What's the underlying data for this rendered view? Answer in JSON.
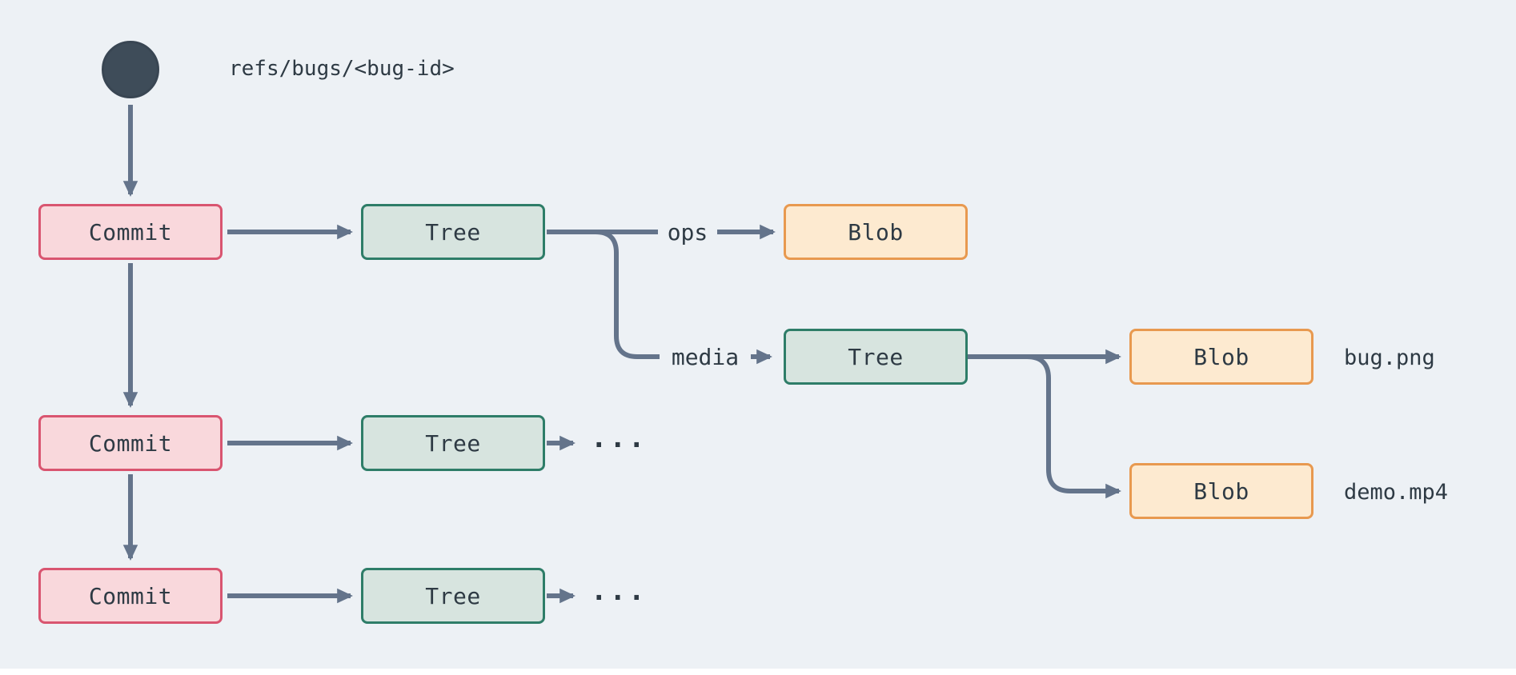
{
  "ref": {
    "label": "refs/bugs/<bug-id>"
  },
  "nodes": {
    "commit1": {
      "label": "Commit"
    },
    "commit2": {
      "label": "Commit"
    },
    "commit3": {
      "label": "Commit"
    },
    "tree1": {
      "label": "Tree"
    },
    "tree_media": {
      "label": "Tree"
    },
    "tree_row2": {
      "label": "Tree"
    },
    "tree_row3": {
      "label": "Tree"
    },
    "blob_ops": {
      "label": "Blob"
    },
    "blob_bug": {
      "label": "Blob"
    },
    "blob_demo": {
      "label": "Blob"
    }
  },
  "edge_labels": {
    "ops": "ops",
    "media": "media"
  },
  "file_labels": {
    "bug": "bug.png",
    "demo": "demo.mp4"
  },
  "ellipsis": {
    "row2": "...",
    "row3": "..."
  },
  "colors": {
    "background": "#edf1f5",
    "arrow": "#64748b",
    "ref_dot": "#3e4c59",
    "commit_fill": "#f9d8dc",
    "commit_border": "#d95570",
    "tree_fill": "#d7e4df",
    "tree_border": "#2e7d68",
    "blob_fill": "#fdead0",
    "blob_border": "#e8994f",
    "text": "#2e3a44"
  }
}
